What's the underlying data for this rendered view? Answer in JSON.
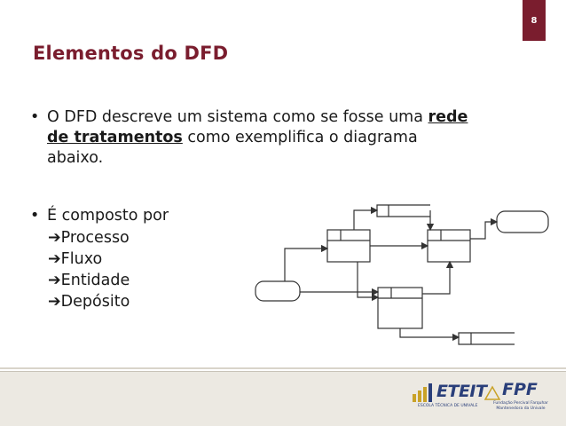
{
  "page_number": "8",
  "title": "Elementos do DFD",
  "bullets": {
    "first": {
      "symbol": "•",
      "line1_pre": "O DFD descreve um sistema como se fosse uma ",
      "line1_emph": "rede",
      "line2_emph": "de tratamentos",
      "line2_post": " como exemplifica o diagrama",
      "line3": "abaixo."
    },
    "second": {
      "symbol": "•",
      "text": "É composto por"
    },
    "items": [
      {
        "arrow": "➔",
        "label": "Processo"
      },
      {
        "arrow": "➔",
        "label": "Fluxo"
      },
      {
        "arrow": "➔",
        "label": "Entidade"
      },
      {
        "arrow": "➔",
        "label": "Depósito"
      }
    ]
  },
  "footer": {
    "eteit": {
      "name": "ETEIT",
      "subtitle": "ESCOLA TÉCNICA DE UNIVALE"
    },
    "fpf": {
      "name": "FPF",
      "subtitle_line1": "Fundação Percival Farquhar",
      "subtitle_line2": "Mantenedora da Univale"
    }
  },
  "colors": {
    "accent": "#7a1d2e",
    "text": "#1a1a1a",
    "footer_bg": "#ece9e2",
    "logo_blue": "#2a3f7a",
    "logo_gold": "#c9a227"
  }
}
